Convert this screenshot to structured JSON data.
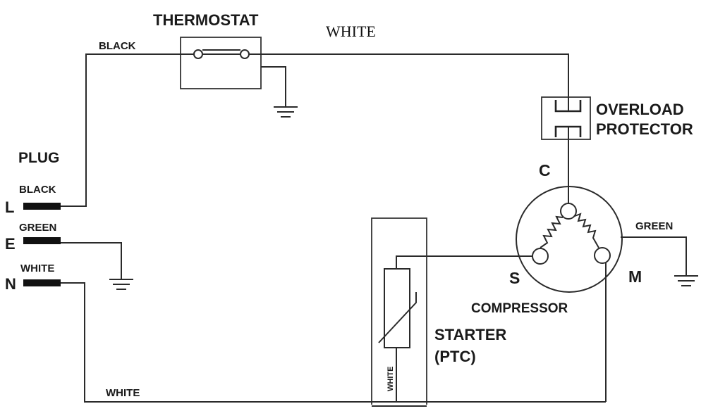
{
  "labels": {
    "thermostat": "THERMOSTAT",
    "white_top": "WHITE",
    "black_top": "BLACK",
    "overload_line1": "OVERLOAD",
    "overload_line2": "PROTECTOR",
    "plug": "PLUG",
    "black_L": "BLACK",
    "green_E": "GREEN",
    "white_N": "WHITE",
    "pin_L": "L",
    "pin_E": "E",
    "pin_N": "N",
    "terminal_C": "C",
    "terminal_S": "S",
    "terminal_M": "M",
    "green_right": "GREEN",
    "compressor": "COMPRESSOR",
    "starter_line1": "STARTER",
    "starter_line2": "(PTC)",
    "white_vertical": "WHITE",
    "white_bottom": "WHITE"
  },
  "colors": {
    "wire": "#2a2a2a",
    "text": "#1a1a1a",
    "background": "#ffffff"
  }
}
